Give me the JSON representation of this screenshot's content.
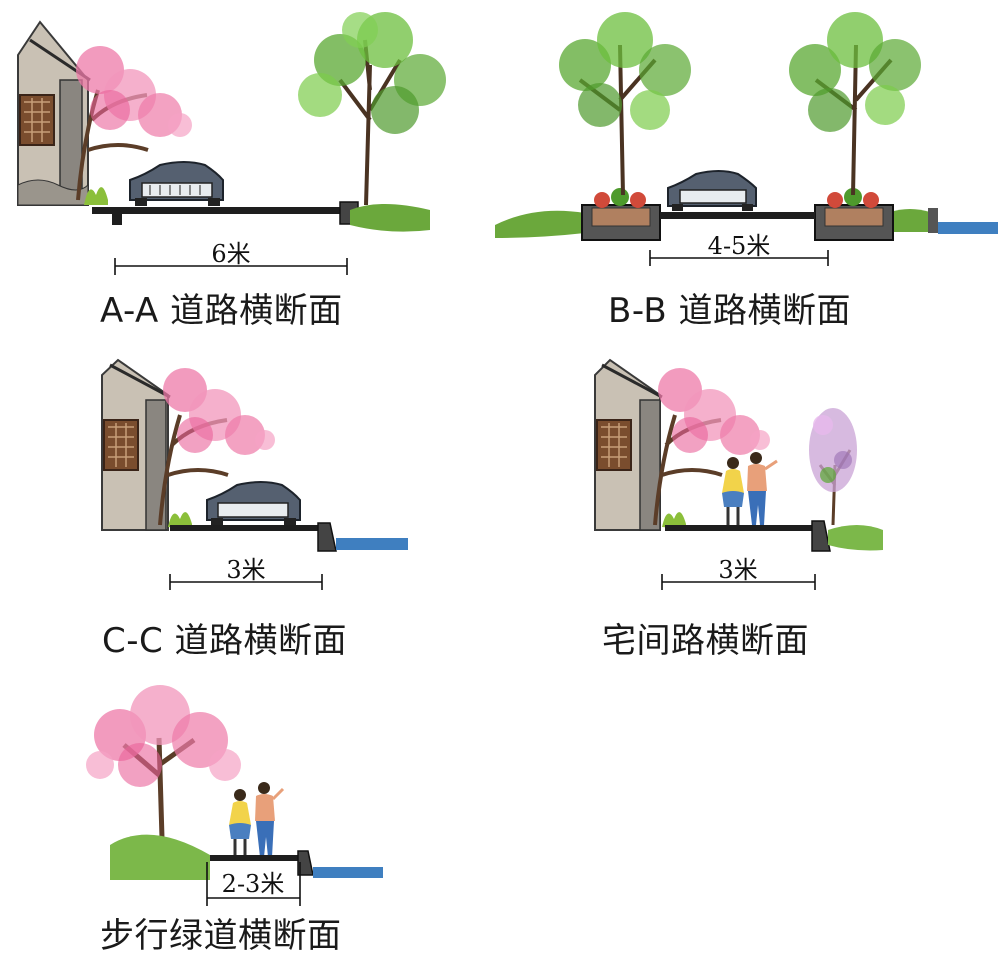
{
  "sections": [
    {
      "id": "aa",
      "caption": "A-A 道路横断面",
      "width_label": "6米"
    },
    {
      "id": "bb",
      "caption": "B-B 道路横断面",
      "width_label": "4-5米"
    },
    {
      "id": "cc",
      "caption": "C-C 道路横断面",
      "width_label": "3米"
    },
    {
      "id": "house-path",
      "caption": "宅间路横断面",
      "width_label": "3米"
    },
    {
      "id": "greenway",
      "caption": "步行绿道横断面",
      "width_label": "2-3米"
    }
  ],
  "colors": {
    "road": "#1e1e1e",
    "foliage": "#5aa832",
    "blossom": "#ee7aa8",
    "water": "#3f7fc0",
    "grass": "#7cb84a",
    "stone": "#7a7a7a",
    "trunk": "#5b3d28",
    "car": "#556070"
  }
}
